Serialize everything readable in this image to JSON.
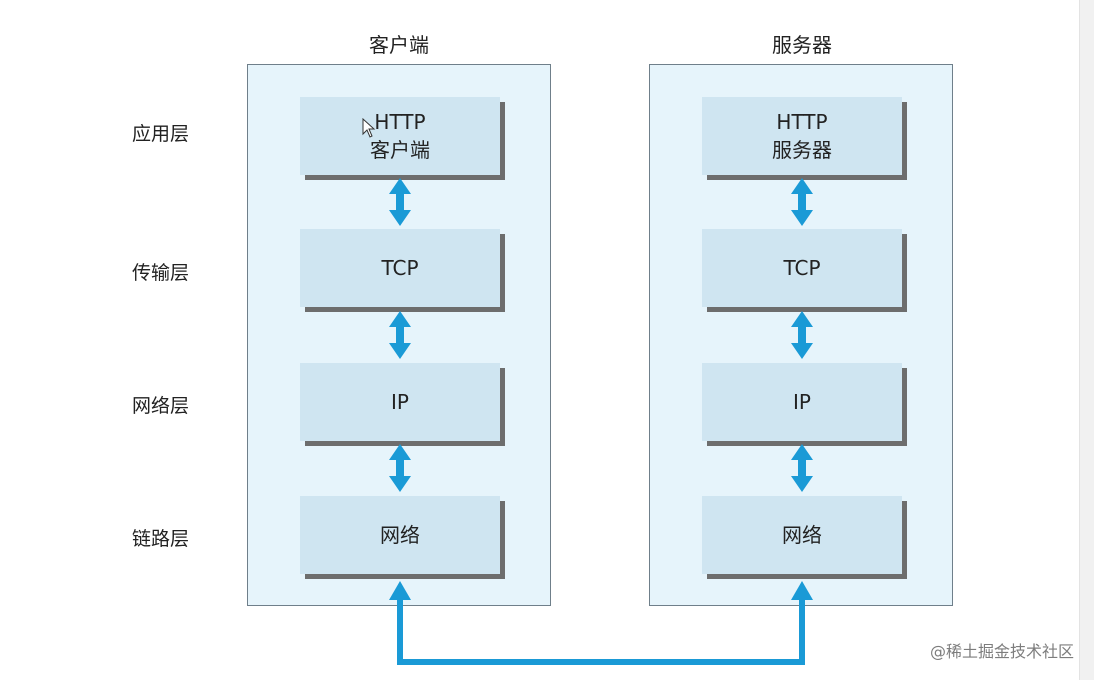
{
  "columns": {
    "client": {
      "title": "客户端",
      "boxes": [
        {
          "line1": "HTTP",
          "line2": "客户端"
        },
        {
          "line1": "TCP"
        },
        {
          "line1": "IP"
        },
        {
          "line1": "网络"
        }
      ]
    },
    "server": {
      "title": "服务器",
      "boxes": [
        {
          "line1": "HTTP",
          "line2": "服务器"
        },
        {
          "line1": "TCP"
        },
        {
          "line1": "IP"
        },
        {
          "line1": "网络"
        }
      ]
    }
  },
  "layers": [
    "应用层",
    "传输层",
    "网络层",
    "链路层"
  ],
  "watermark": "@稀土掘金技术社区",
  "colors": {
    "arrow": "#1a9ad6",
    "column_bg": "#e6f4fb",
    "box_bg": "#cfe5f1",
    "box_shadow": "#6d6d6d"
  }
}
